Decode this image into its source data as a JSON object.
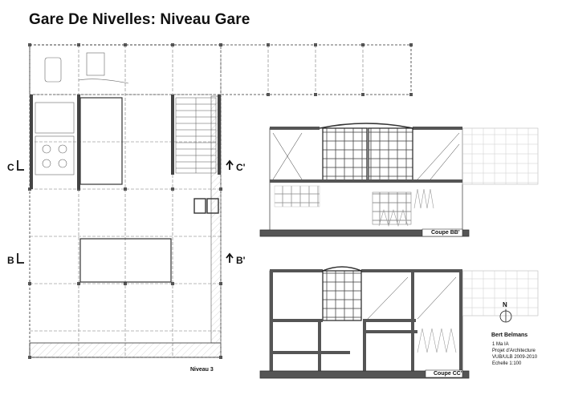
{
  "title": "Gare De Nivelles: Niveau Gare",
  "plan": {
    "level_label": "Niveau 3",
    "section_markers": [
      {
        "label": "C",
        "side": "left"
      },
      {
        "label": "C'",
        "side": "right"
      },
      {
        "label": "B",
        "side": "left"
      },
      {
        "label": "B'",
        "side": "right"
      }
    ]
  },
  "sections": {
    "bb_label": "Coupe BB'",
    "cc_label": "Coupe CC'"
  },
  "north_arrow": {
    "label": "N"
  },
  "title_block": {
    "author": "Bert Belmans",
    "line1": "1 Ma IA",
    "line2": "Projet d'Architecture",
    "line3": "VUB/ULB 2009-2010",
    "scale": "Echelle 1:100"
  }
}
